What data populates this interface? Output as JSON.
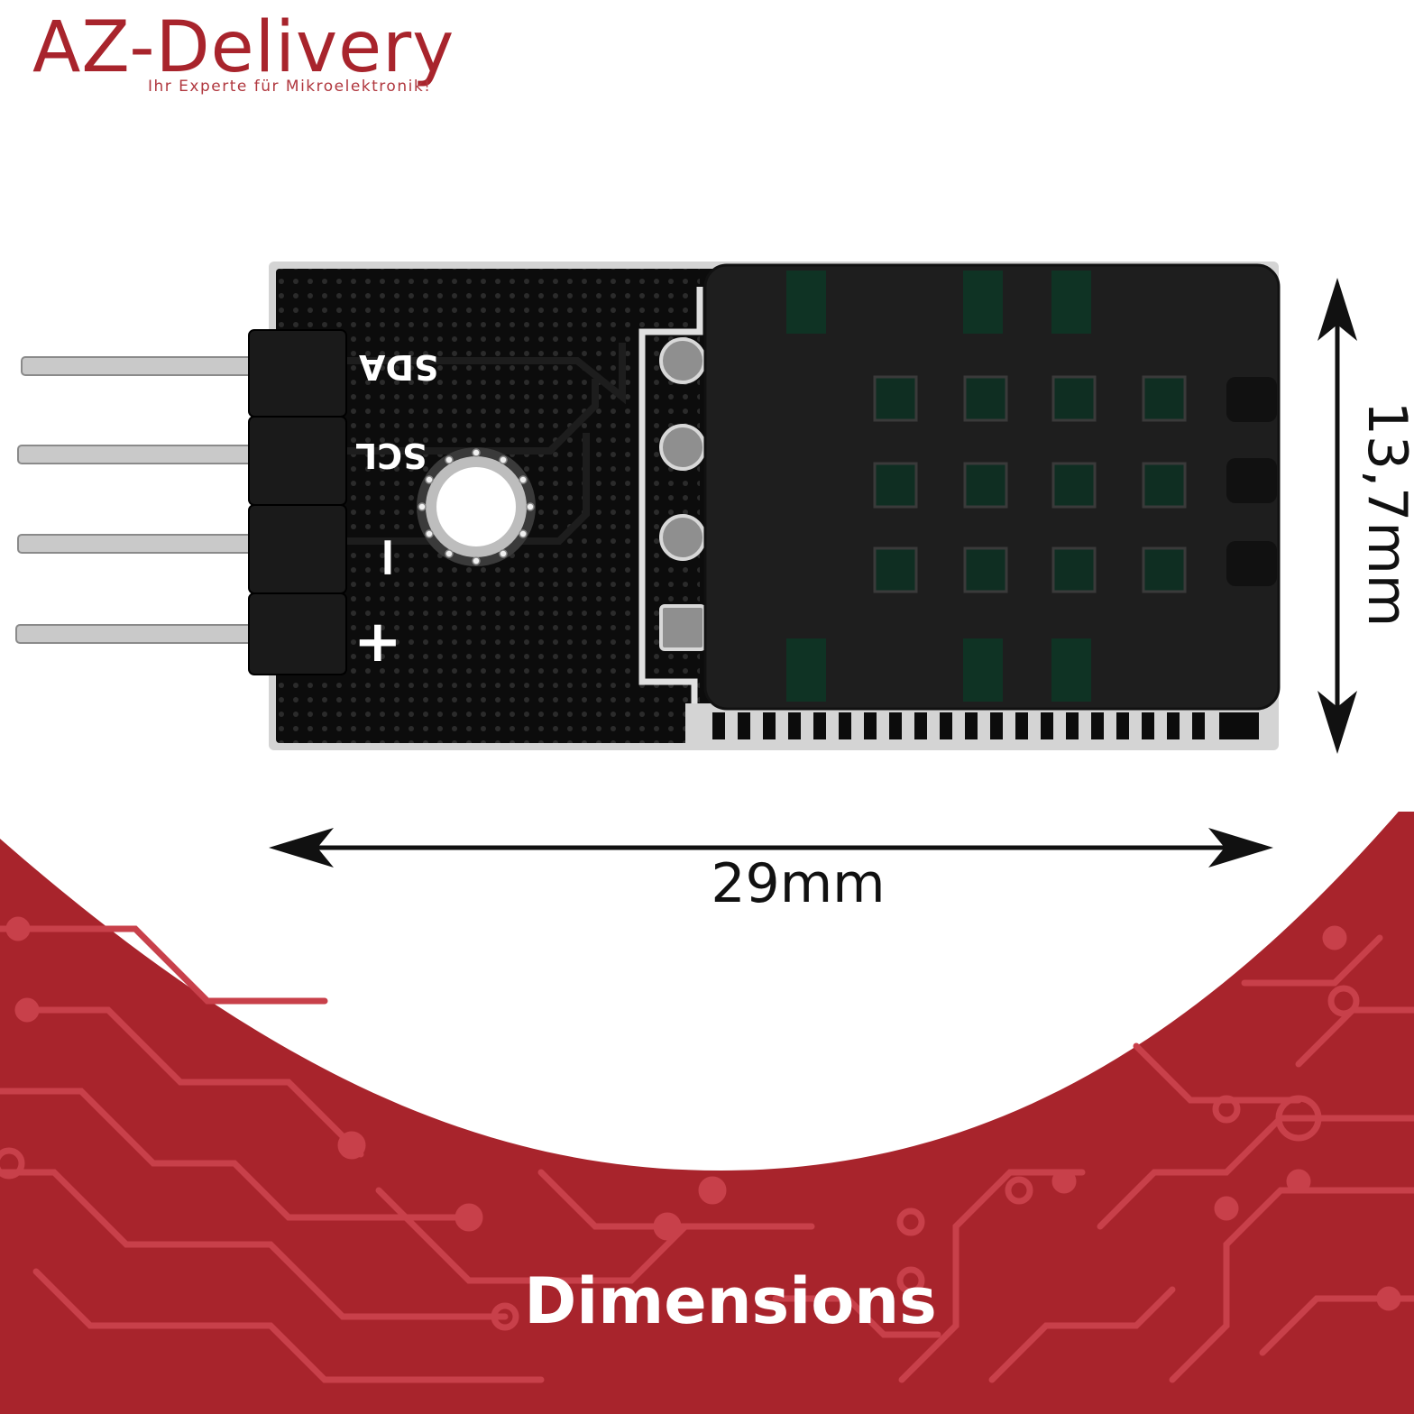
{
  "brand": {
    "name": "AZ-Delivery",
    "tagline": "Ihr Experte für Mikroelektronik!",
    "color": "#a8242c"
  },
  "background": {
    "accent_color": "#a8242c",
    "trace_color": "#c8404a"
  },
  "module": {
    "pins": [
      "SDA",
      "SCL",
      "−",
      "+"
    ],
    "pcb_color": "#0c0c0c",
    "sensor_color": "#1e1e1e",
    "pin_color": "#c9c9c9"
  },
  "dimensions": {
    "width_label": "29mm",
    "height_label": "13,7mm"
  },
  "caption": "Dimensions"
}
